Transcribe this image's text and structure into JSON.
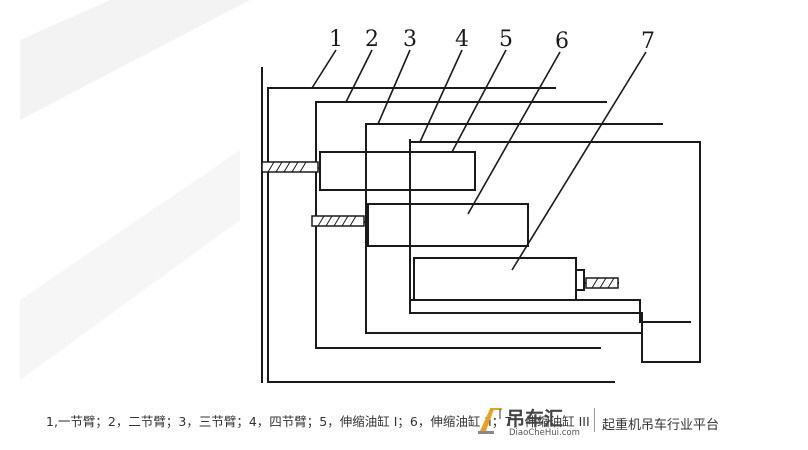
{
  "diagram": {
    "callouts": [
      "1",
      "2",
      "3",
      "4",
      "5",
      "6",
      "7"
    ]
  },
  "caption": "1,一节臂；2，二节臂；3，三节臂；4，四节臂；5，伸缩油缸 I；6，伸缩油缸 II；7，伸缩油缸 III",
  "watermark": {
    "name": "吊车汇",
    "domain": "DiaoCheHui.com",
    "slogan": "起重机吊车行业平台"
  },
  "colors": {
    "line": "#1a1a1a",
    "background": "#ffffff",
    "caption": "#333333"
  }
}
